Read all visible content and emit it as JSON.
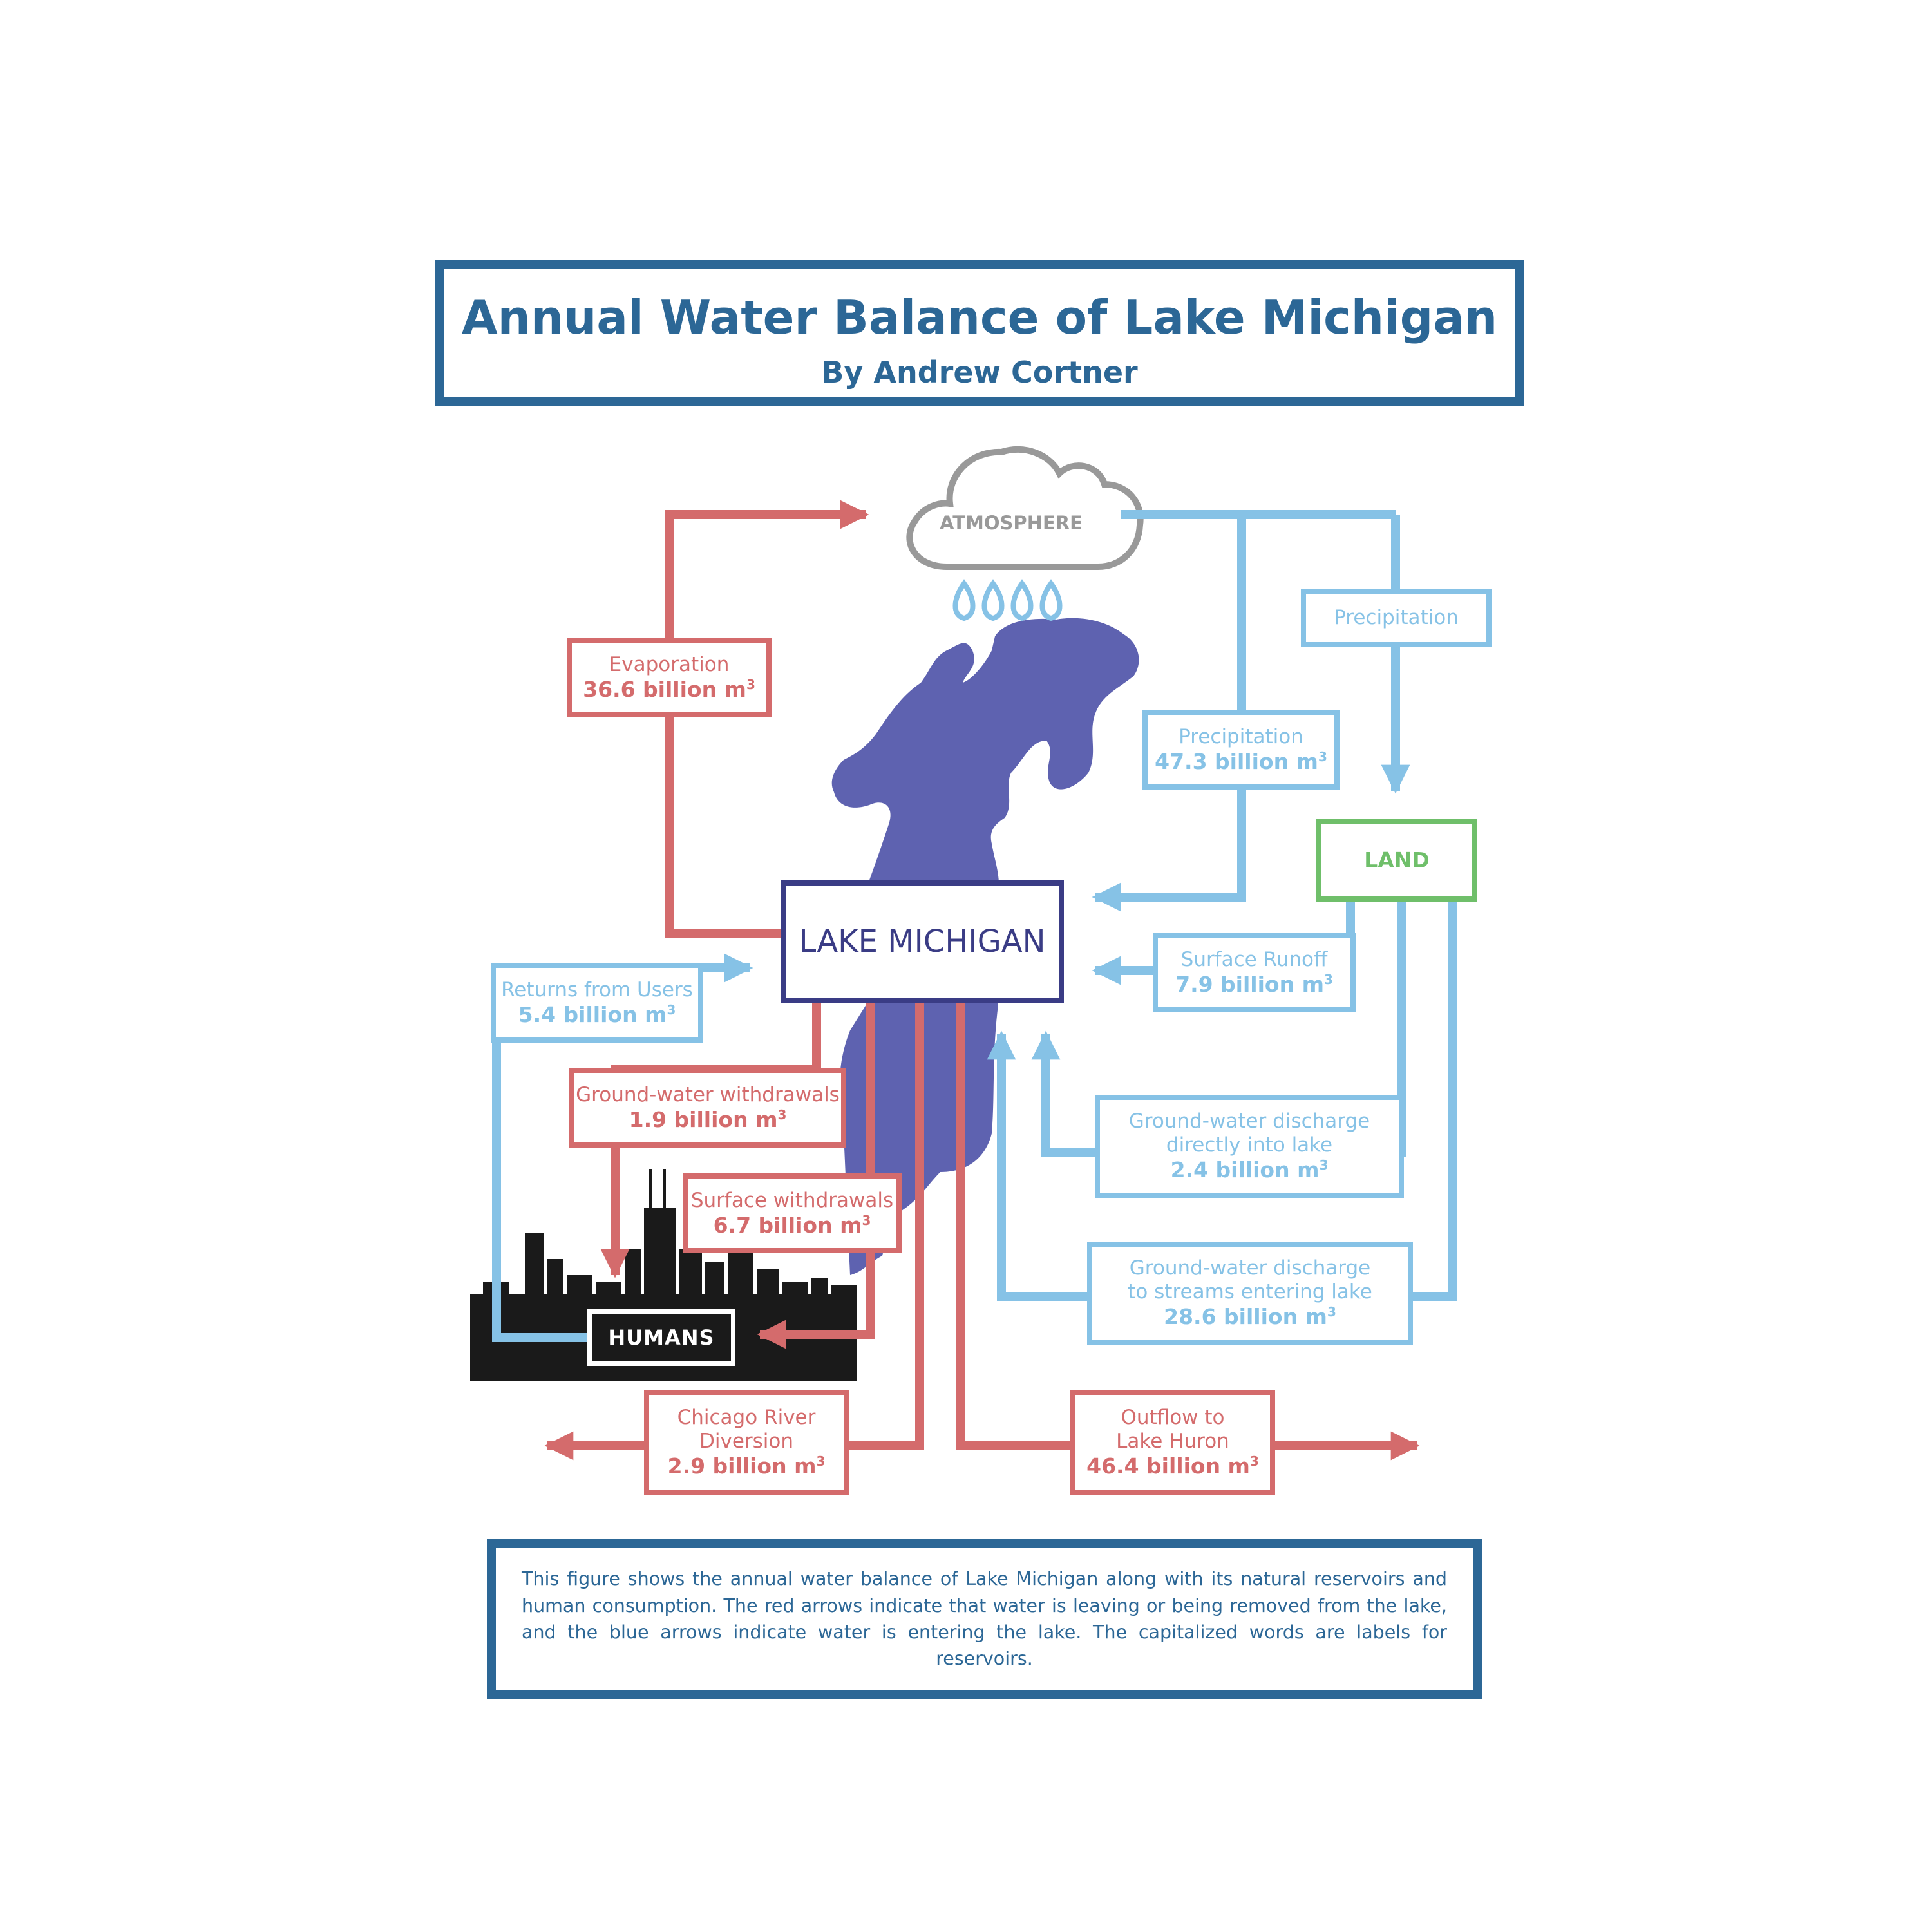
{
  "title": "Annual Water Balance of Lake Michigan",
  "subtitle": "By Andrew Cortner",
  "reservoirs": {
    "atmosphere": "ATMOSPHERE",
    "lake": "LAKE MICHIGAN",
    "land": "LAND",
    "humans": "HUMANS"
  },
  "flows": {
    "evaporation": {
      "label": "Evaporation",
      "value": "36.6 billion m",
      "unit_sup": "3"
    },
    "precipitation_land": {
      "label": "Precipitation"
    },
    "precipitation_lake": {
      "label": "Precipitation",
      "value": "47.3 billion m",
      "unit_sup": "3"
    },
    "surface_runoff": {
      "label": "Surface Runoff",
      "value": "7.9 billion m",
      "unit_sup": "3"
    },
    "returns_from_users": {
      "label": "Returns from Users",
      "value": "5.4 billion m",
      "unit_sup": "3"
    },
    "groundwater_withdrawals": {
      "label": "Ground-water withdrawals",
      "value": "1.9 billion m",
      "unit_sup": "3"
    },
    "surface_withdrawals": {
      "label": "Surface withdrawals",
      "value": "6.7 billion m",
      "unit_sup": "3"
    },
    "groundwater_discharge_direct": {
      "label1": "Ground-water discharge",
      "label2": "directly into lake",
      "value": "2.4 billion m",
      "unit_sup": "3"
    },
    "groundwater_discharge_streams": {
      "label1": "Ground-water discharge",
      "label2": "to streams entering lake",
      "value": "28.6 billion m",
      "unit_sup": "3"
    },
    "chicago_river": {
      "label1": "Chicago River",
      "label2": "Diversion",
      "value": "2.9 billion m",
      "unit_sup": "3"
    },
    "outflow_huron": {
      "label1": "Outflow to",
      "label2": "Lake Huron",
      "value": "46.4 billion m",
      "unit_sup": "3"
    }
  },
  "caption": "This figure shows the annual water balance of Lake Michigan along with its natural reservoirs and human consumption. The red arrows indicate that water is leaving or being removed from the lake, and the blue arrows indicate water is entering the lake. The capitalized words are labels for reservoirs.",
  "colors": {
    "title": "#2c6796",
    "outflow_red": "#d46b6c",
    "inflow_blue": "#86c2e6",
    "land_green": "#6fbf6a",
    "lake_fill": "#5e62b0",
    "lake_text": "#3a3c85",
    "cloud_gray": "#999999",
    "skyline": "#1a1a1a"
  }
}
